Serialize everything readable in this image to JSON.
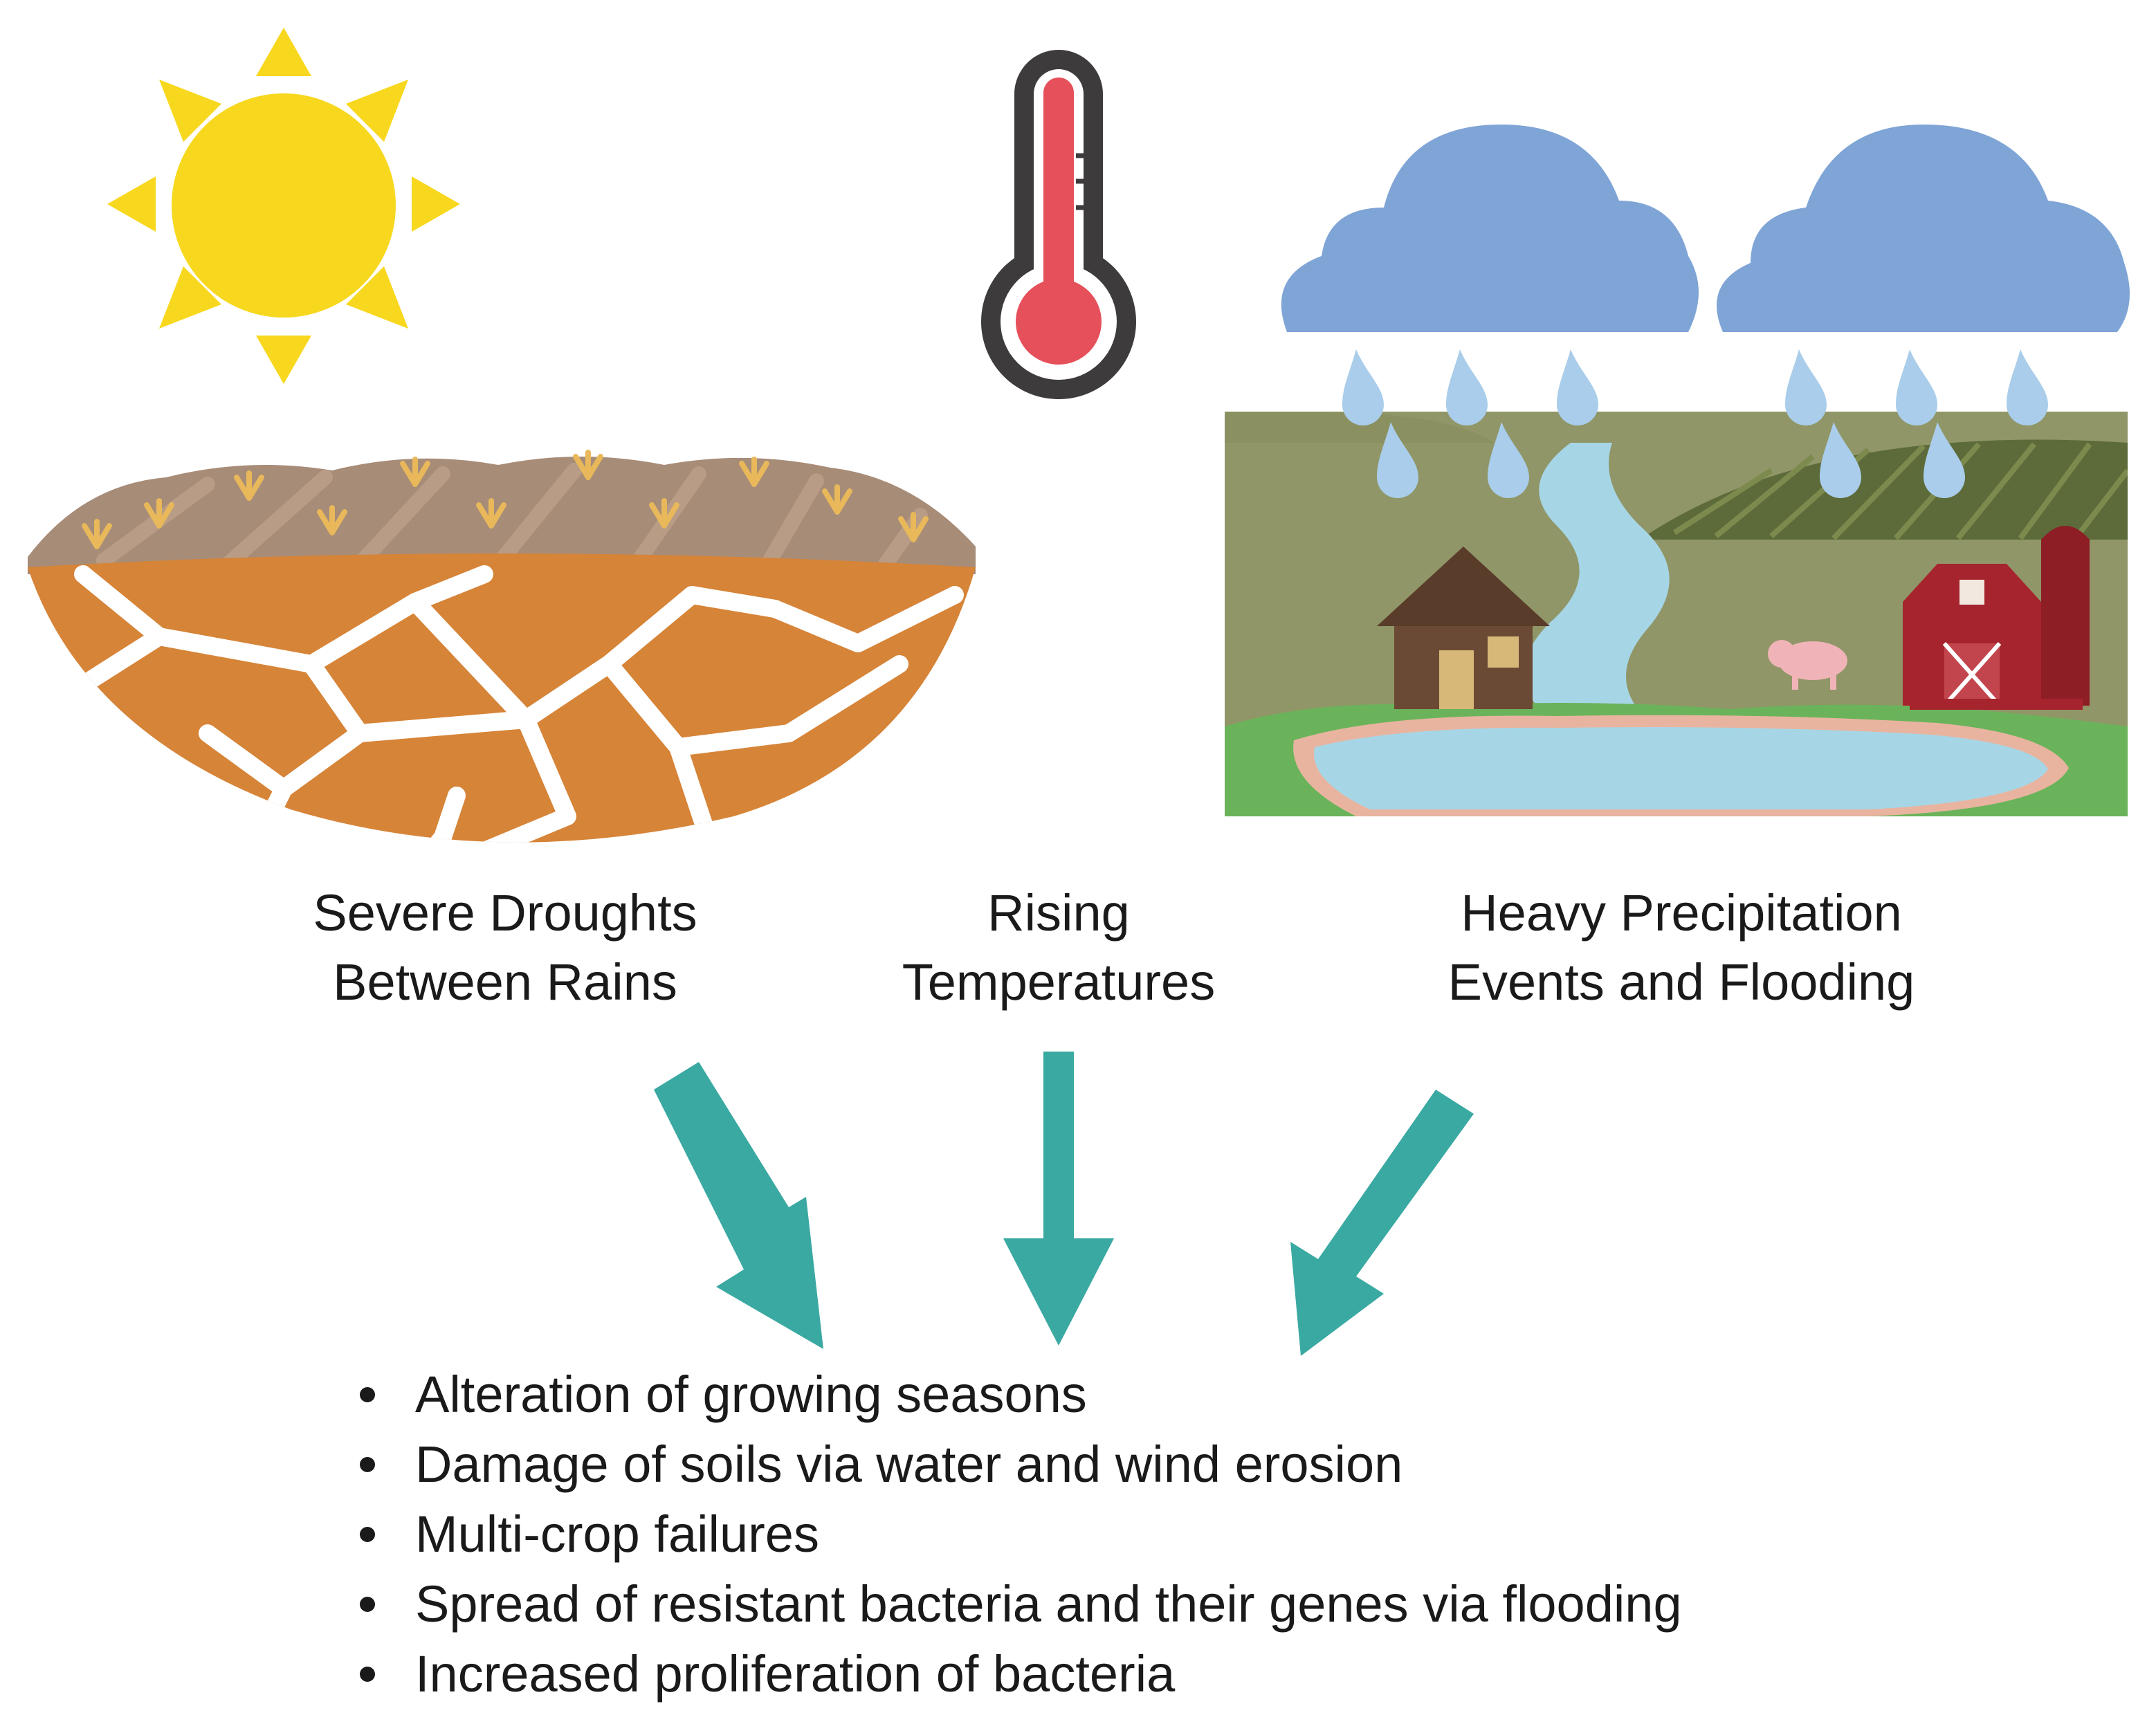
{
  "labels": {
    "drought": [
      "Severe Droughts",
      "Between Rains"
    ],
    "temperature": [
      "Rising",
      "Temperatures"
    ],
    "precipitation": [
      "Heavy Precipitation",
      "Events and Flooding"
    ]
  },
  "effects": [
    "Alteration of growing seasons",
    "Damage of soils via water and wind erosion",
    "Multi-crop failures",
    "Spread of resistant bacteria and their genes via flooding",
    "Increased proliferation of bacteria"
  ],
  "colors": {
    "sun": "#f7d81e",
    "thermometer_body": "#3d3b3b",
    "thermometer_fluid": "#e6505a",
    "cloud": "#7fa4d6",
    "raindrop": "#a9cdea",
    "dry_soil": "#d68438",
    "topsoil": "#a78c78",
    "dry_grass": "#e8b85a",
    "field": "#909667",
    "river": "#a6d6e6",
    "barn": "#a6242e",
    "house": "#6b4a35",
    "arrow": "#3aa9a2",
    "text": "#1a1a1a"
  },
  "icons": [
    "sun-icon",
    "thermometer-icon",
    "drought-soil-illustration",
    "flood-farm-illustration",
    "arrow-icon"
  ]
}
